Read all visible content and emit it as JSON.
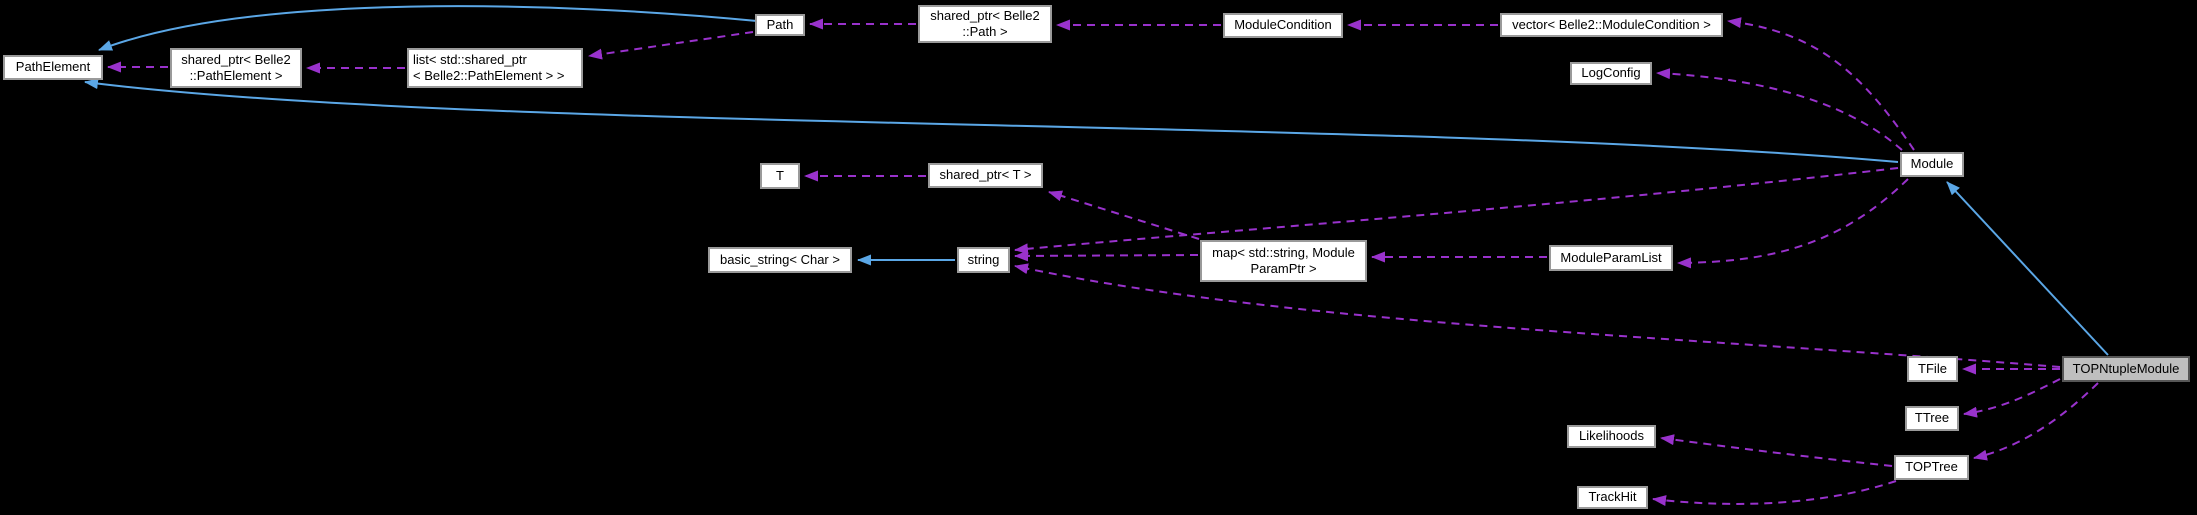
{
  "diagram": {
    "title": "TOPNtupleModule collaboration graph",
    "main_node": "TOPNtupleModule",
    "colors": {
      "background": "#000000",
      "node_fill": "#ffffff",
      "node_border": "#9a9a9a",
      "main_node_fill": "#bfbfbf",
      "main_node_border": "#565656",
      "text": "#000000",
      "usage_edge": "#9932cc",
      "inheritance_edge": "#5ba7e6"
    },
    "nodes": [
      {
        "id": "pathelement",
        "label": "PathElement"
      },
      {
        "id": "sp_pathelement",
        "label": "shared_ptr< Belle2\n::PathElement >"
      },
      {
        "id": "list_sp_pathelement",
        "label": "list< std::shared_ptr\n< Belle2::PathElement > >"
      },
      {
        "id": "path",
        "label": "Path"
      },
      {
        "id": "sp_path",
        "label": "shared_ptr< Belle2\n::Path >"
      },
      {
        "id": "modulecondition",
        "label": "ModuleCondition"
      },
      {
        "id": "vector_modulecondition",
        "label": "vector< Belle2::ModuleCondition >"
      },
      {
        "id": "logconfig",
        "label": "LogConfig"
      },
      {
        "id": "module",
        "label": "Module"
      },
      {
        "id": "t",
        "label": "T"
      },
      {
        "id": "sp_t",
        "label": "shared_ptr< T >"
      },
      {
        "id": "basic_string_char",
        "label": "basic_string< Char >"
      },
      {
        "id": "string",
        "label": "string"
      },
      {
        "id": "map_string_paramptr",
        "label": "map< std::string, Module\nParamPtr >"
      },
      {
        "id": "moduleparamlist",
        "label": "ModuleParamList"
      },
      {
        "id": "tfile",
        "label": "TFile"
      },
      {
        "id": "topntuplemodule",
        "label": "TOPNtupleModule"
      },
      {
        "id": "ttree",
        "label": "TTree"
      },
      {
        "id": "likelihoods",
        "label": "Likelihoods"
      },
      {
        "id": "toptree",
        "label": "TOPTree"
      },
      {
        "id": "trackhit",
        "label": "TrackHit"
      }
    ],
    "edges": [
      {
        "from": "Path",
        "to": "PathElement",
        "type": "inheritance"
      },
      {
        "from": "Module",
        "to": "PathElement",
        "type": "inheritance"
      },
      {
        "from": "TOPNtupleModule",
        "to": "Module",
        "type": "inheritance"
      },
      {
        "from": "string",
        "to": "basic_string< Char >",
        "type": "inheritance"
      },
      {
        "from": "shared_ptr< Belle2::PathElement >",
        "to": "PathElement",
        "type": "usage"
      },
      {
        "from": "list< std::shared_ptr< Belle2::PathElement > >",
        "to": "shared_ptr< Belle2::PathElement >",
        "type": "usage"
      },
      {
        "from": "Path",
        "to": "list< std::shared_ptr< Belle2::PathElement > >",
        "type": "usage"
      },
      {
        "from": "shared_ptr< Belle2::Path >",
        "to": "Path",
        "type": "usage"
      },
      {
        "from": "ModuleCondition",
        "to": "shared_ptr< Belle2::Path >",
        "type": "usage"
      },
      {
        "from": "vector< Belle2::ModuleCondition >",
        "to": "ModuleCondition",
        "type": "usage"
      },
      {
        "from": "Module",
        "to": "vector< Belle2::ModuleCondition >",
        "type": "usage"
      },
      {
        "from": "Module",
        "to": "LogConfig",
        "type": "usage"
      },
      {
        "from": "Module",
        "to": "ModuleParamList",
        "type": "usage"
      },
      {
        "from": "Module",
        "to": "string",
        "type": "usage"
      },
      {
        "from": "ModuleParamList",
        "to": "map< std::string, ModuleParamPtr >",
        "type": "usage"
      },
      {
        "from": "map< std::string, ModuleParamPtr >",
        "to": "shared_ptr< T >",
        "type": "usage"
      },
      {
        "from": "map< std::string, ModuleParamPtr >",
        "to": "string",
        "type": "usage"
      },
      {
        "from": "shared_ptr< T >",
        "to": "T",
        "type": "usage"
      },
      {
        "from": "TOPNtupleModule",
        "to": "string",
        "type": "usage"
      },
      {
        "from": "TOPNtupleModule",
        "to": "TFile",
        "type": "usage"
      },
      {
        "from": "TOPNtupleModule",
        "to": "TTree",
        "type": "usage"
      },
      {
        "from": "TOPNtupleModule",
        "to": "TOPTree",
        "type": "usage"
      },
      {
        "from": "TOPTree",
        "to": "Likelihoods",
        "type": "usage"
      },
      {
        "from": "TOPTree",
        "to": "TrackHit",
        "type": "usage"
      }
    ]
  }
}
